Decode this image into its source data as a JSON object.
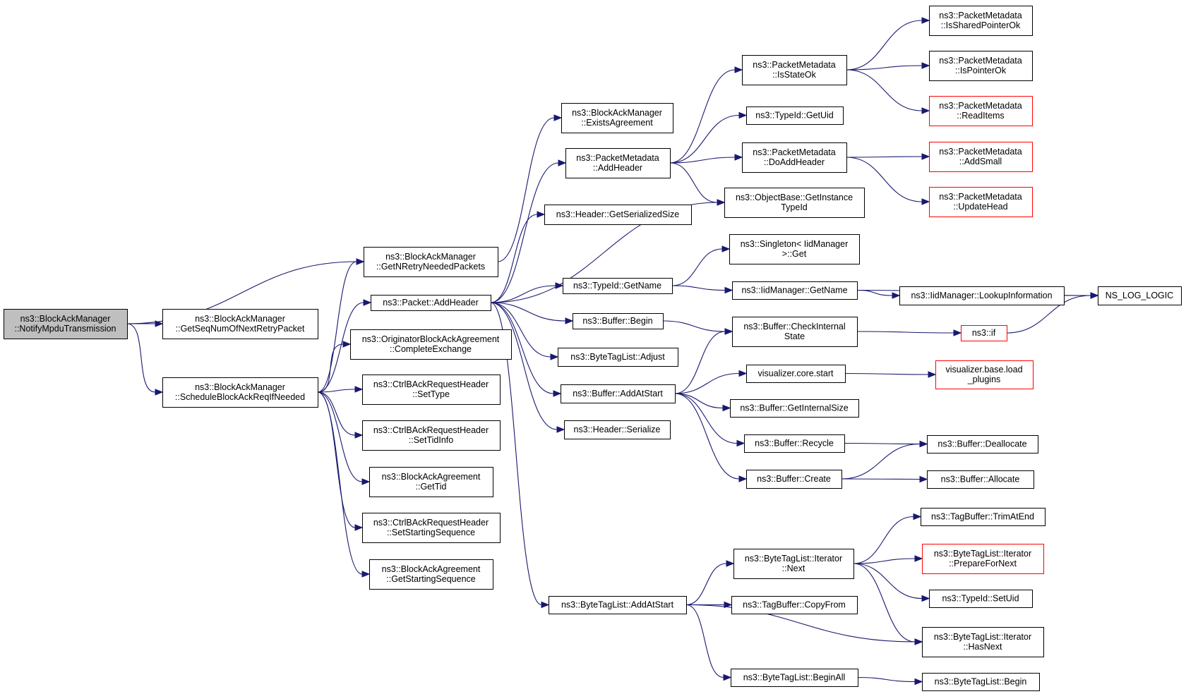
{
  "graph": {
    "nodes": [
      {
        "id": "notify",
        "lines": [
          "ns3::BlockAckManager",
          "::NotifyMpduTransmission"
        ],
        "root": true
      },
      {
        "id": "getNRetry",
        "lines": [
          "ns3::BlockAckManager",
          "::GetNRetryNeededPackets"
        ]
      },
      {
        "id": "getSeqNum",
        "lines": [
          "ns3::BlockAckManager",
          "::GetSeqNumOfNextRetryPacket"
        ]
      },
      {
        "id": "schedule",
        "lines": [
          "ns3::BlockAckManager",
          "::ScheduleBlockAckReqIfNeeded"
        ]
      },
      {
        "id": "existsAgreement",
        "lines": [
          "ns3::BlockAckManager",
          "::ExistsAgreement"
        ]
      },
      {
        "id": "packetAddHeader",
        "lines": [
          "ns3::Packet::AddHeader"
        ]
      },
      {
        "id": "completeExchange",
        "lines": [
          "ns3::OriginatorBlockAckAgreement",
          "::CompleteExchange"
        ]
      },
      {
        "id": "setType",
        "lines": [
          "ns3::CtrlBAckRequestHeader",
          "::SetType"
        ]
      },
      {
        "id": "setTidInfo",
        "lines": [
          "ns3::CtrlBAckRequestHeader",
          "::SetTidInfo"
        ]
      },
      {
        "id": "getTid",
        "lines": [
          "ns3::BlockAckAgreement",
          "::GetTid"
        ]
      },
      {
        "id": "setStartingSeq",
        "lines": [
          "ns3::CtrlBAckRequestHeader",
          "::SetStartingSequence"
        ]
      },
      {
        "id": "getStartingSeq",
        "lines": [
          "ns3::BlockAckAgreement",
          "::GetStartingSequence"
        ]
      },
      {
        "id": "pmAddHeader",
        "lines": [
          "ns3::PacketMetadata",
          "::AddHeader"
        ]
      },
      {
        "id": "hdrGetSerSize",
        "lines": [
          "ns3::Header::GetSerializedSize"
        ]
      },
      {
        "id": "typeIdGetName",
        "lines": [
          "ns3::TypeId::GetName"
        ]
      },
      {
        "id": "bufBegin",
        "lines": [
          "ns3::Buffer::Begin"
        ]
      },
      {
        "id": "btlAdjust",
        "lines": [
          "ns3::ByteTagList::Adjust"
        ]
      },
      {
        "id": "bufAddAtStart",
        "lines": [
          "ns3::Buffer::AddAtStart"
        ]
      },
      {
        "id": "hdrSerialize",
        "lines": [
          "ns3::Header::Serialize"
        ]
      },
      {
        "id": "btlAddAtStart",
        "lines": [
          "ns3::ByteTagList::AddAtStart"
        ]
      },
      {
        "id": "pmIsStateOk",
        "lines": [
          "ns3::PacketMetadata",
          "::IsStateOk"
        ]
      },
      {
        "id": "typeIdGetUid",
        "lines": [
          "ns3::TypeId::GetUid"
        ]
      },
      {
        "id": "pmDoAddHeader",
        "lines": [
          "ns3::PacketMetadata",
          "::DoAddHeader"
        ]
      },
      {
        "id": "objGetInstTypeId",
        "lines": [
          "ns3::ObjectBase::GetInstance",
          "TypeId"
        ]
      },
      {
        "id": "singletonGet",
        "lines": [
          "ns3::Singleton< IidManager",
          ">::Get"
        ]
      },
      {
        "id": "iidGetName",
        "lines": [
          "ns3::IidManager::GetName"
        ]
      },
      {
        "id": "bufCheckInternal",
        "lines": [
          "ns3::Buffer::CheckInternal",
          "State"
        ]
      },
      {
        "id": "vizCoreStart",
        "lines": [
          "visualizer.core.start"
        ]
      },
      {
        "id": "bufGetInternalSize",
        "lines": [
          "ns3::Buffer::GetInternalSize"
        ]
      },
      {
        "id": "bufRecycle",
        "lines": [
          "ns3::Buffer::Recycle"
        ]
      },
      {
        "id": "bufCreate",
        "lines": [
          "ns3::Buffer::Create"
        ]
      },
      {
        "id": "btlIterNext",
        "lines": [
          "ns3::ByteTagList::Iterator",
          "::Next"
        ]
      },
      {
        "id": "tbCopyFrom",
        "lines": [
          "ns3::TagBuffer::CopyFrom"
        ]
      },
      {
        "id": "btlBeginAll",
        "lines": [
          "ns3::ByteTagList::BeginAll"
        ]
      },
      {
        "id": "pmIsSharedPtrOk",
        "lines": [
          "ns3::PacketMetadata",
          "::IsSharedPointerOk"
        ]
      },
      {
        "id": "pmIsPointerOk",
        "lines": [
          "ns3::PacketMetadata",
          "::IsPointerOk"
        ]
      },
      {
        "id": "pmReadItems",
        "lines": [
          "ns3::PacketMetadata",
          "::ReadItems"
        ],
        "red": true
      },
      {
        "id": "pmAddSmall",
        "lines": [
          "ns3::PacketMetadata",
          "::AddSmall"
        ],
        "red": true
      },
      {
        "id": "pmUpdateHead",
        "lines": [
          "ns3::PacketMetadata",
          "::UpdateHead"
        ],
        "red": true
      },
      {
        "id": "iidLookupInfo",
        "lines": [
          "ns3::IidManager::LookupInformation"
        ]
      },
      {
        "id": "nsLogLogic",
        "lines": [
          "NS_LOG_LOGIC"
        ]
      },
      {
        "id": "ns3if",
        "lines": [
          "ns3::if"
        ],
        "red": true
      },
      {
        "id": "vizLoadPlugins",
        "lines": [
          "visualizer.base.load",
          "_plugins"
        ],
        "red": true
      },
      {
        "id": "bufDeallocate",
        "lines": [
          "ns3::Buffer::Deallocate"
        ]
      },
      {
        "id": "bufAllocate",
        "lines": [
          "ns3::Buffer::Allocate"
        ]
      },
      {
        "id": "tbTrimAtEnd",
        "lines": [
          "ns3::TagBuffer::TrimAtEnd"
        ]
      },
      {
        "id": "btlIterPrepare",
        "lines": [
          "ns3::ByteTagList::Iterator",
          "::PrepareForNext"
        ],
        "red": true
      },
      {
        "id": "typeIdSetUid",
        "lines": [
          "ns3::TypeId::SetUid"
        ]
      },
      {
        "id": "btlIterHasNext",
        "lines": [
          "ns3::ByteTagList::Iterator",
          "::HasNext"
        ]
      },
      {
        "id": "btlBegin",
        "lines": [
          "ns3::ByteTagList::Begin"
        ]
      }
    ],
    "edges": [
      [
        "notify",
        "getNRetry"
      ],
      [
        "notify",
        "getSeqNum"
      ],
      [
        "notify",
        "schedule"
      ],
      [
        "getNRetry",
        "existsAgreement"
      ],
      [
        "schedule",
        "getNRetry"
      ],
      [
        "schedule",
        "packetAddHeader"
      ],
      [
        "schedule",
        "completeExchange"
      ],
      [
        "schedule",
        "setType"
      ],
      [
        "schedule",
        "setTidInfo"
      ],
      [
        "schedule",
        "getTid"
      ],
      [
        "schedule",
        "setStartingSeq"
      ],
      [
        "schedule",
        "getStartingSeq"
      ],
      [
        "packetAddHeader",
        "pmAddHeader"
      ],
      [
        "packetAddHeader",
        "hdrGetSerSize"
      ],
      [
        "packetAddHeader",
        "objGetInstTypeId"
      ],
      [
        "packetAddHeader",
        "typeIdGetName"
      ],
      [
        "packetAddHeader",
        "bufBegin"
      ],
      [
        "packetAddHeader",
        "btlAdjust"
      ],
      [
        "packetAddHeader",
        "bufAddAtStart"
      ],
      [
        "packetAddHeader",
        "hdrSerialize"
      ],
      [
        "packetAddHeader",
        "btlAddAtStart"
      ],
      [
        "pmAddHeader",
        "pmIsStateOk"
      ],
      [
        "pmAddHeader",
        "typeIdGetUid"
      ],
      [
        "pmAddHeader",
        "pmDoAddHeader"
      ],
      [
        "pmAddHeader",
        "objGetInstTypeId"
      ],
      [
        "pmIsStateOk",
        "pmIsSharedPtrOk"
      ],
      [
        "pmIsStateOk",
        "pmIsPointerOk"
      ],
      [
        "pmIsStateOk",
        "pmReadItems"
      ],
      [
        "pmDoAddHeader",
        "pmAddSmall"
      ],
      [
        "pmDoAddHeader",
        "pmUpdateHead"
      ],
      [
        "typeIdGetName",
        "singletonGet"
      ],
      [
        "typeIdGetName",
        "iidGetName"
      ],
      [
        "iidGetName",
        "iidLookupInfo"
      ],
      [
        "iidGetName",
        "nsLogLogic"
      ],
      [
        "iidLookupInfo",
        "nsLogLogic"
      ],
      [
        "bufBegin",
        "bufCheckInternal"
      ],
      [
        "bufCheckInternal",
        "ns3if"
      ],
      [
        "ns3if",
        "nsLogLogic"
      ],
      [
        "bufAddAtStart",
        "bufCheckInternal"
      ],
      [
        "bufAddAtStart",
        "vizCoreStart"
      ],
      [
        "bufAddAtStart",
        "bufGetInternalSize"
      ],
      [
        "bufAddAtStart",
        "bufRecycle"
      ],
      [
        "bufAddAtStart",
        "bufCreate"
      ],
      [
        "vizCoreStart",
        "vizLoadPlugins"
      ],
      [
        "bufRecycle",
        "bufDeallocate"
      ],
      [
        "bufCreate",
        "bufDeallocate"
      ],
      [
        "bufCreate",
        "bufAllocate"
      ],
      [
        "btlAddAtStart",
        "btlIterNext"
      ],
      [
        "btlAddAtStart",
        "tbCopyFrom"
      ],
      [
        "btlAddAtStart",
        "btlIterHasNext"
      ],
      [
        "btlAddAtStart",
        "btlBeginAll"
      ],
      [
        "btlIterNext",
        "tbTrimAtEnd"
      ],
      [
        "btlIterNext",
        "btlIterPrepare"
      ],
      [
        "btlIterNext",
        "typeIdSetUid"
      ],
      [
        "btlIterNext",
        "btlIterHasNext"
      ],
      [
        "btlBeginAll",
        "btlBegin"
      ]
    ]
  }
}
